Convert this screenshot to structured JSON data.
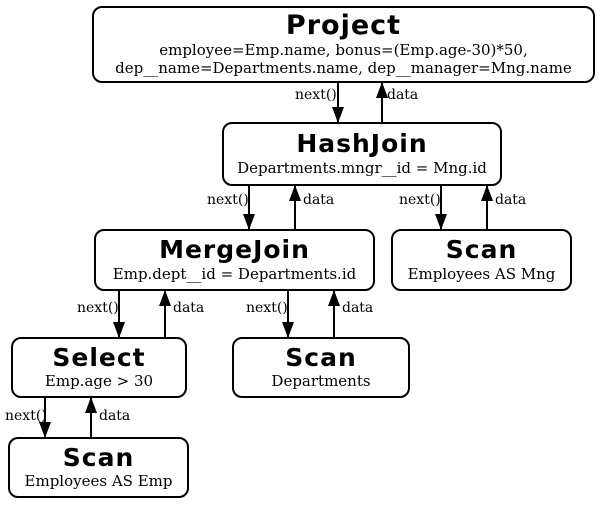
{
  "diagram": {
    "type": "query-execution-plan-tree",
    "edge_labels": {
      "call": "next()",
      "result": "data"
    },
    "nodes": [
      {
        "id": "project",
        "title": "Project",
        "sub": "employee=Emp.name, bonus=(Emp.age-30)*50,\ndep__name=Departments.name, dep__manager=Mng.name"
      },
      {
        "id": "hashjoin",
        "title": "HashJoin",
        "sub": "Departments.mngr__id = Mng.id"
      },
      {
        "id": "mergejoin",
        "title": "MergeJoin",
        "sub": "Emp.dept__id = Departments.id"
      },
      {
        "id": "scan-mng",
        "title": "Scan",
        "sub": "Employees AS Mng"
      },
      {
        "id": "select",
        "title": "Select",
        "sub": "Emp.age > 30"
      },
      {
        "id": "scan-departments",
        "title": "Scan",
        "sub": "Departments"
      },
      {
        "id": "scan-emp",
        "title": "Scan",
        "sub": "Employees AS Emp"
      }
    ]
  }
}
